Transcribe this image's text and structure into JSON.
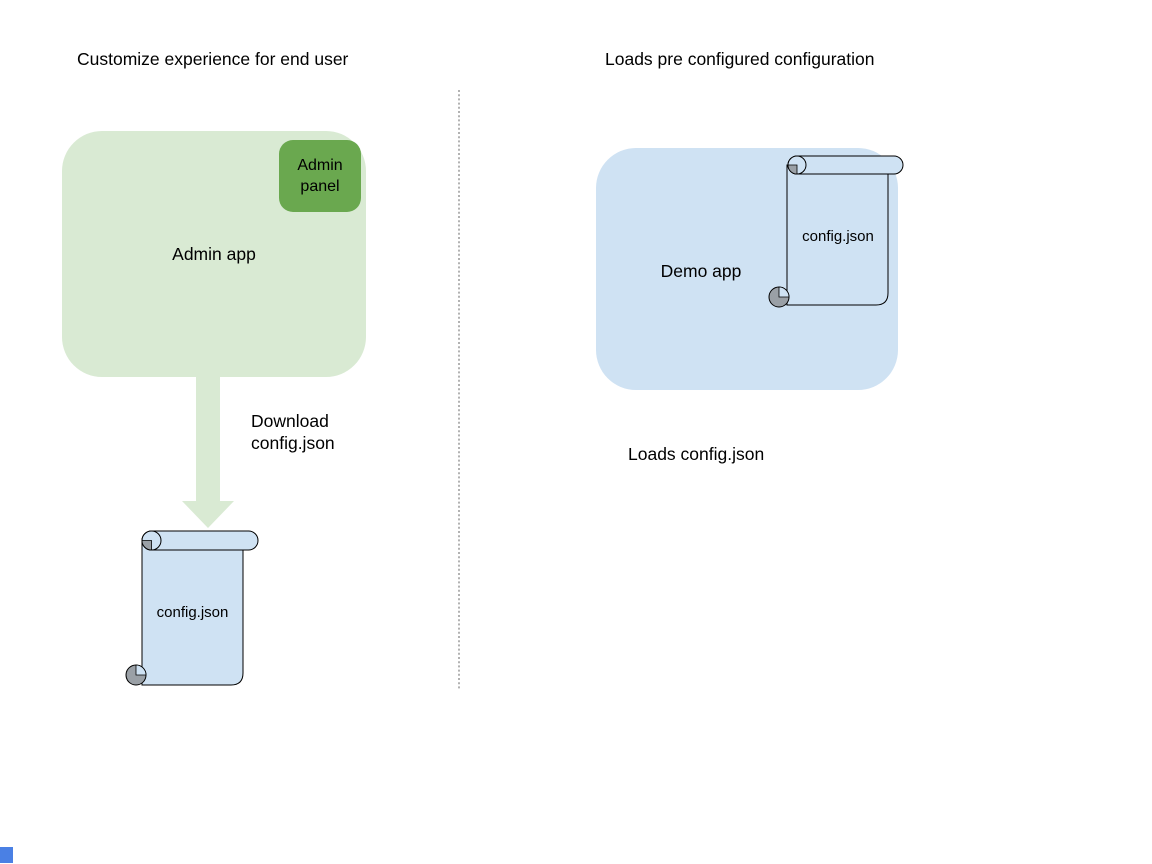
{
  "colors": {
    "light_green": "#d9ead3",
    "dark_green": "#6aa84f",
    "light_blue": "#cfe2f3",
    "curl_gray": "#9aa0a6",
    "outline": "#000000",
    "divider_gray": "#7f7f7f",
    "marker_blue": "#4a80e4"
  },
  "left": {
    "title": "Customize experience for end user",
    "admin_app_label": "Admin app",
    "admin_panel_label": "Admin panel",
    "arrow_label": "Download config.json",
    "config_label": "config.json"
  },
  "right": {
    "title": "Loads pre configured configuration",
    "demo_app_label": "Demo app",
    "config_label": "config.json",
    "caption": "Loads config.json"
  }
}
